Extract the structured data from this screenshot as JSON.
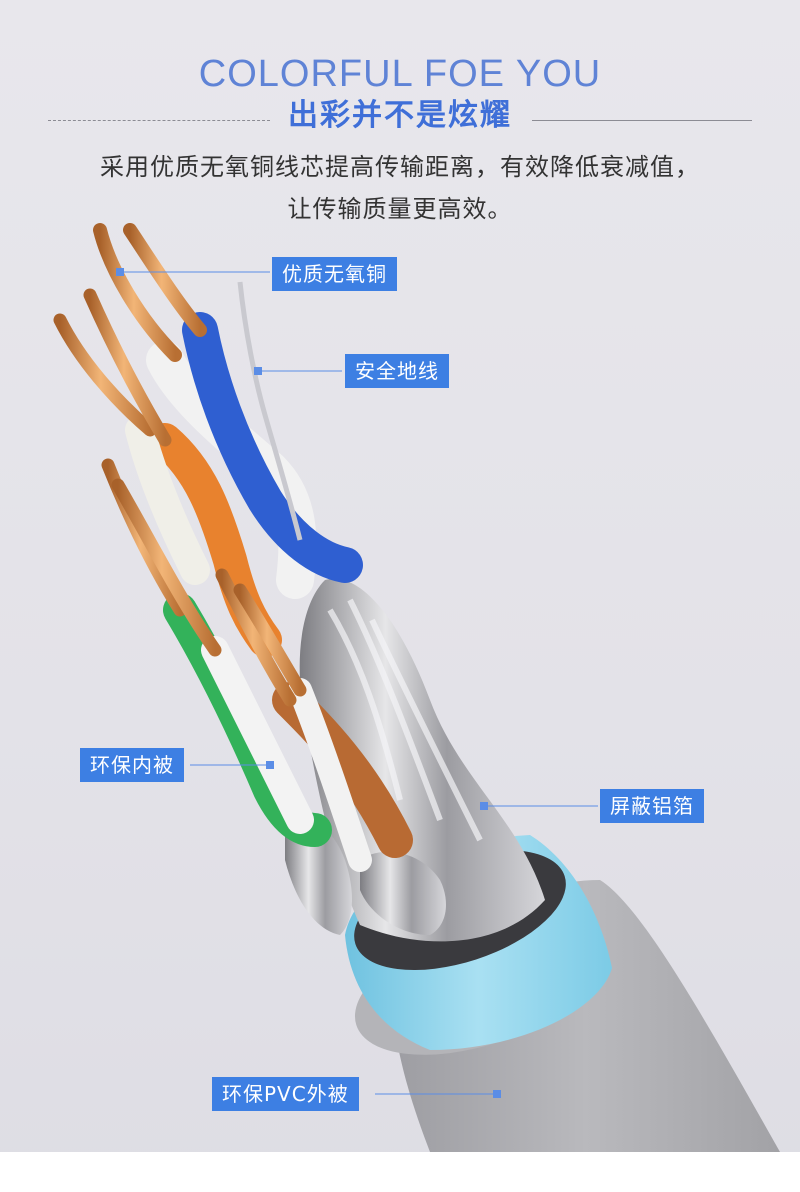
{
  "header": {
    "title_en": "COLORFUL FOE YOU",
    "title_zh": "出彩并不是炫耀",
    "desc_line1": "采用优质无氧铜线芯提高传输距离，有效降低衰减值，",
    "desc_line2": "让传输质量更高效。"
  },
  "callouts": {
    "copper": "优质无氧铜",
    "ground": "安全地线",
    "inner_jacket": "环保内被",
    "foil": "屏蔽铝箔",
    "outer_jacket": "环保PVC外被"
  },
  "colors": {
    "accent": "#3d7fe3",
    "title_blue": "#5f83d6",
    "copper": "#d9914a",
    "pair_blue": "#2f5fd1",
    "pair_orange": "#e8822e",
    "pair_green": "#33b25a",
    "pair_brown": "#b86a33",
    "foil_silver": "#a9a9ad",
    "inner_jacket_blue": "#8fd3ea",
    "outer_jacket_gray": "#a7a7ab"
  }
}
